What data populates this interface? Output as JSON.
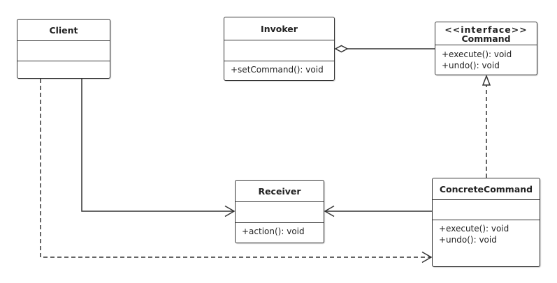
{
  "classes": {
    "client": {
      "name": "Client",
      "operations": []
    },
    "invoker": {
      "name": "Invoker",
      "operations": [
        "+setCommand(): void"
      ]
    },
    "command": {
      "stereotype": "<<interface>>",
      "name": "Command",
      "operations": [
        "+execute(): void",
        "+undo(): void"
      ]
    },
    "receiver": {
      "name": "Receiver",
      "operations": [
        "+action(): void"
      ]
    },
    "concrete_command": {
      "name": "ConcreteCommand",
      "operations": [
        "+execute(): void",
        "+undo(): void"
      ]
    }
  },
  "relationships": [
    {
      "type": "aggregation",
      "from": "Invoker",
      "to": "Command"
    },
    {
      "type": "realization",
      "from": "ConcreteCommand",
      "to": "Command"
    },
    {
      "type": "association",
      "from": "ConcreteCommand",
      "to": "Receiver"
    },
    {
      "type": "association",
      "from": "Client",
      "to": "Receiver"
    },
    {
      "type": "dependency",
      "from": "Client",
      "to": "ConcreteCommand"
    }
  ],
  "colors": {
    "line": "#333333",
    "box_fill": "#ffffff"
  }
}
